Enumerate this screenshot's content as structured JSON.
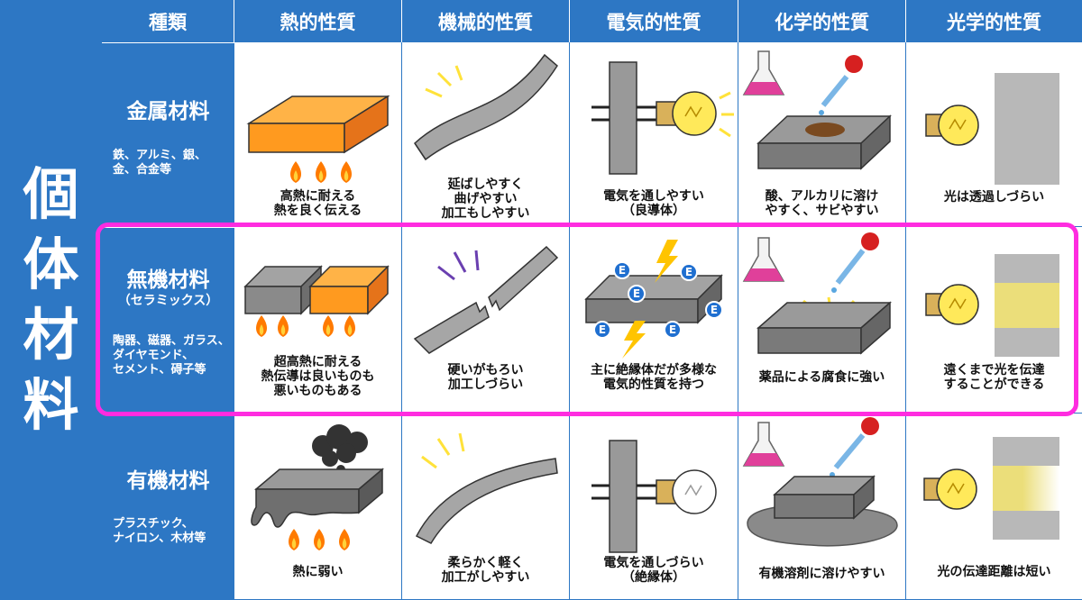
{
  "title": "個体材料",
  "columns": [
    "種類",
    "熱的性質",
    "機械的性質",
    "電気的性質",
    "化学的性質",
    "光学的性質"
  ],
  "rows": [
    {
      "name": "金属材料",
      "subtitle": "",
      "examples": [
        "鉄、アルミ、銀、",
        "金、合金等"
      ],
      "captions": {
        "thermal": [
          "高熱に耐える",
          "熱を良く伝える"
        ],
        "mechanical": [
          "延ばしやすく",
          "曲げやすい",
          "加工もしやすい"
        ],
        "electrical": [
          "電気を通しやすい",
          "（良導体）"
        ],
        "chemical": [
          "酸、アルカリに溶け",
          "やすく、サビやすい"
        ],
        "optical": [
          "光は透過しづらい"
        ]
      }
    },
    {
      "name": "無機材料",
      "subtitle": "（セラミックス）",
      "examples": [
        "陶器、磁器、ガラス、",
        "ダイヤモンド、",
        "セメント、碍子等"
      ],
      "captions": {
        "thermal": [
          "超高熱に耐える",
          "熱伝導は良いものも",
          "悪いものもある"
        ],
        "mechanical": [
          "硬いがもろい",
          "加工しづらい"
        ],
        "electrical": [
          "主に絶縁体だが多様な",
          "電気的性質を持つ"
        ],
        "chemical": [
          "薬品による腐食に強い"
        ],
        "optical": [
          "遠くまで光を伝達",
          "することができる"
        ]
      }
    },
    {
      "name": "有機材料",
      "subtitle": "",
      "examples": [
        "プラスチック、",
        "ナイロン、木材等"
      ],
      "captions": {
        "thermal": [
          "熱に弱い"
        ],
        "mechanical": [
          "柔らかく軽く",
          "加工がしやすい"
        ],
        "electrical": [
          "電気を通しづらい",
          "（絶縁体）"
        ],
        "chemical": [
          "有機溶剤に溶けやすい"
        ],
        "optical": [
          "光の伝達距離は短い"
        ]
      }
    }
  ],
  "electron_symbol": "E",
  "colors": {
    "blue": "#2d77c4",
    "highlight": "#ff2ce0",
    "orange": "#ff9a1f",
    "gray": "#8a8a8a",
    "bulb": "#ffe95a",
    "flame": "#ff7a00"
  }
}
